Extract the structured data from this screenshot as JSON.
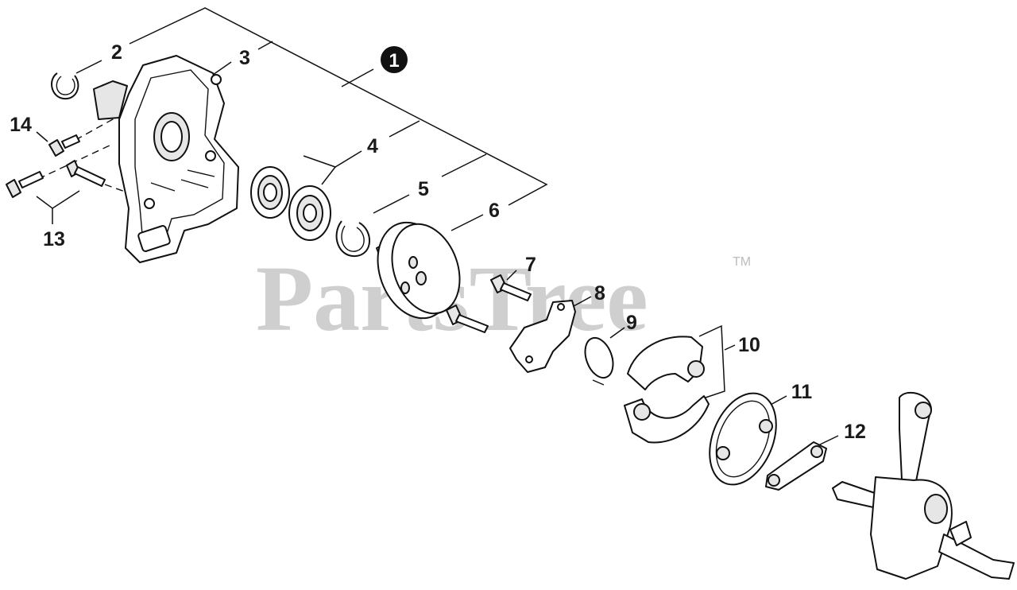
{
  "watermark": {
    "text": "PartsTree",
    "trademark": "TM"
  },
  "assembly_badge": "1",
  "callouts": {
    "c2": "2",
    "c3": "3",
    "c4": "4",
    "c5": "5",
    "c6": "6",
    "c7": "7",
    "c8": "8",
    "c9": "9",
    "c10": "10",
    "c11": "11",
    "c12": "12",
    "c13": "13",
    "c14": "14"
  }
}
